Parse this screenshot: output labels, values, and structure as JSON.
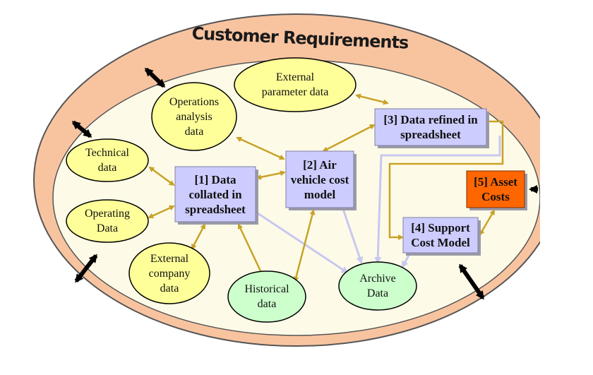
{
  "title": "Customer Requirements",
  "ellipses": {
    "operations_analysis": "Operations\nanalysis\ndata",
    "external_parameter": "External\nparameter data",
    "technical": "Technical\ndata",
    "operating": "Operating\nData",
    "external_company": "External\ncompany\ndata",
    "historical": "Historical\ndata",
    "archive": "Archive\nData"
  },
  "boxes": {
    "collated": "[1] Data\ncollated in\nspreadsheet",
    "air_vehicle": "[2] Air\nvehicle cost\nmodel",
    "refined": "[3] Data refined in\nspreadsheet",
    "support_cost": "[4] Support\nCost Model",
    "asset_costs": "[5] Asset\nCosts"
  },
  "colors": {
    "outer_ring": "#f8c4a0",
    "inner_field": "#fdfbe8",
    "ellipse_yellow": "#ffff99",
    "ellipse_green": "#ccffcc",
    "box_lavender": "#ccccff",
    "box_orange": "#ff6600",
    "arrow_gold": "#c9a227",
    "arrow_lavender": "#c8c8f0",
    "arrow_black": "#000000"
  }
}
